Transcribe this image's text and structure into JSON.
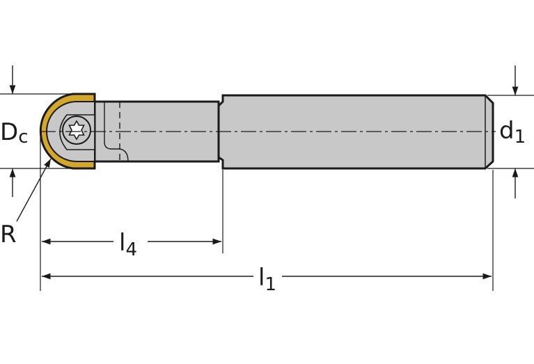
{
  "labels": {
    "dc_main": "D",
    "dc_sub": "c",
    "d1_main": "d",
    "d1_sub": "1",
    "r": "R",
    "l4_main": "l",
    "l4_sub": "4",
    "l1_main": "l",
    "l1_sub": "1"
  },
  "colors": {
    "tool_body": "#c8c8c8",
    "outline": "#1a1a1a",
    "insert_gold": "#d4a62a",
    "background": "#ffffff"
  }
}
